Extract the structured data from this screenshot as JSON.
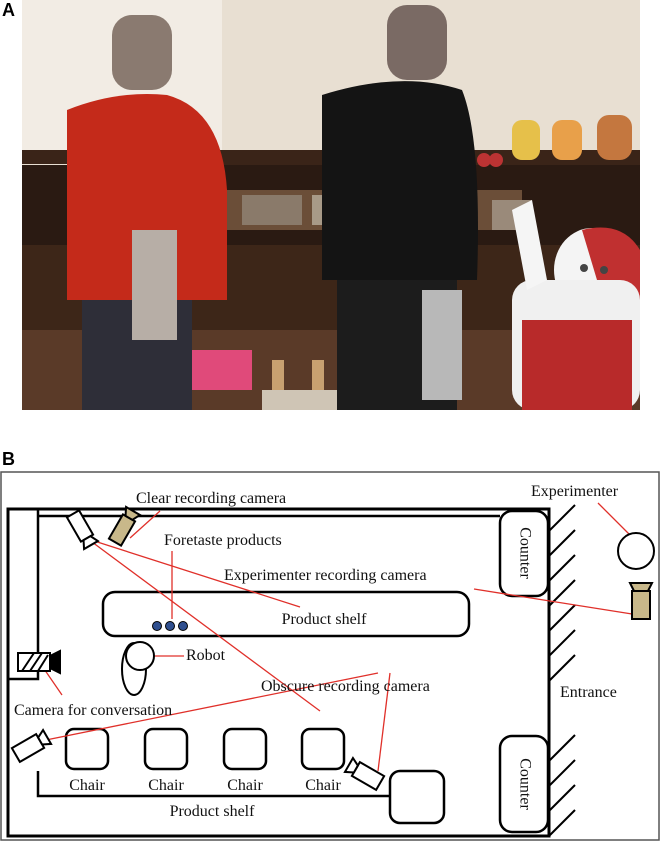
{
  "panel_a": {
    "letter": "A"
  },
  "panel_b": {
    "letter": "B",
    "labels": {
      "clear_camera": "Clear recording camera",
      "foretaste": "Foretaste products",
      "experimenter": "Experimenter",
      "experimenter_camera": "Experimenter recording camera",
      "product_shelf_top": "Product shelf",
      "robot": "Robot",
      "obscure_camera": "Obscure recording camera",
      "conversation_camera": "Camera for conversation",
      "entrance": "Entrance",
      "counter_top": "Counter",
      "counter_bottom": "Counter",
      "chairs": [
        "Chair",
        "Chair",
        "Chair",
        "Chair"
      ],
      "product_shelf_bottom": "Product shelf"
    },
    "colors": {
      "annotation_line": "#e0302a",
      "foretaste_dot": "#2f4f8f",
      "camera_fill": "#c8b88a"
    }
  }
}
